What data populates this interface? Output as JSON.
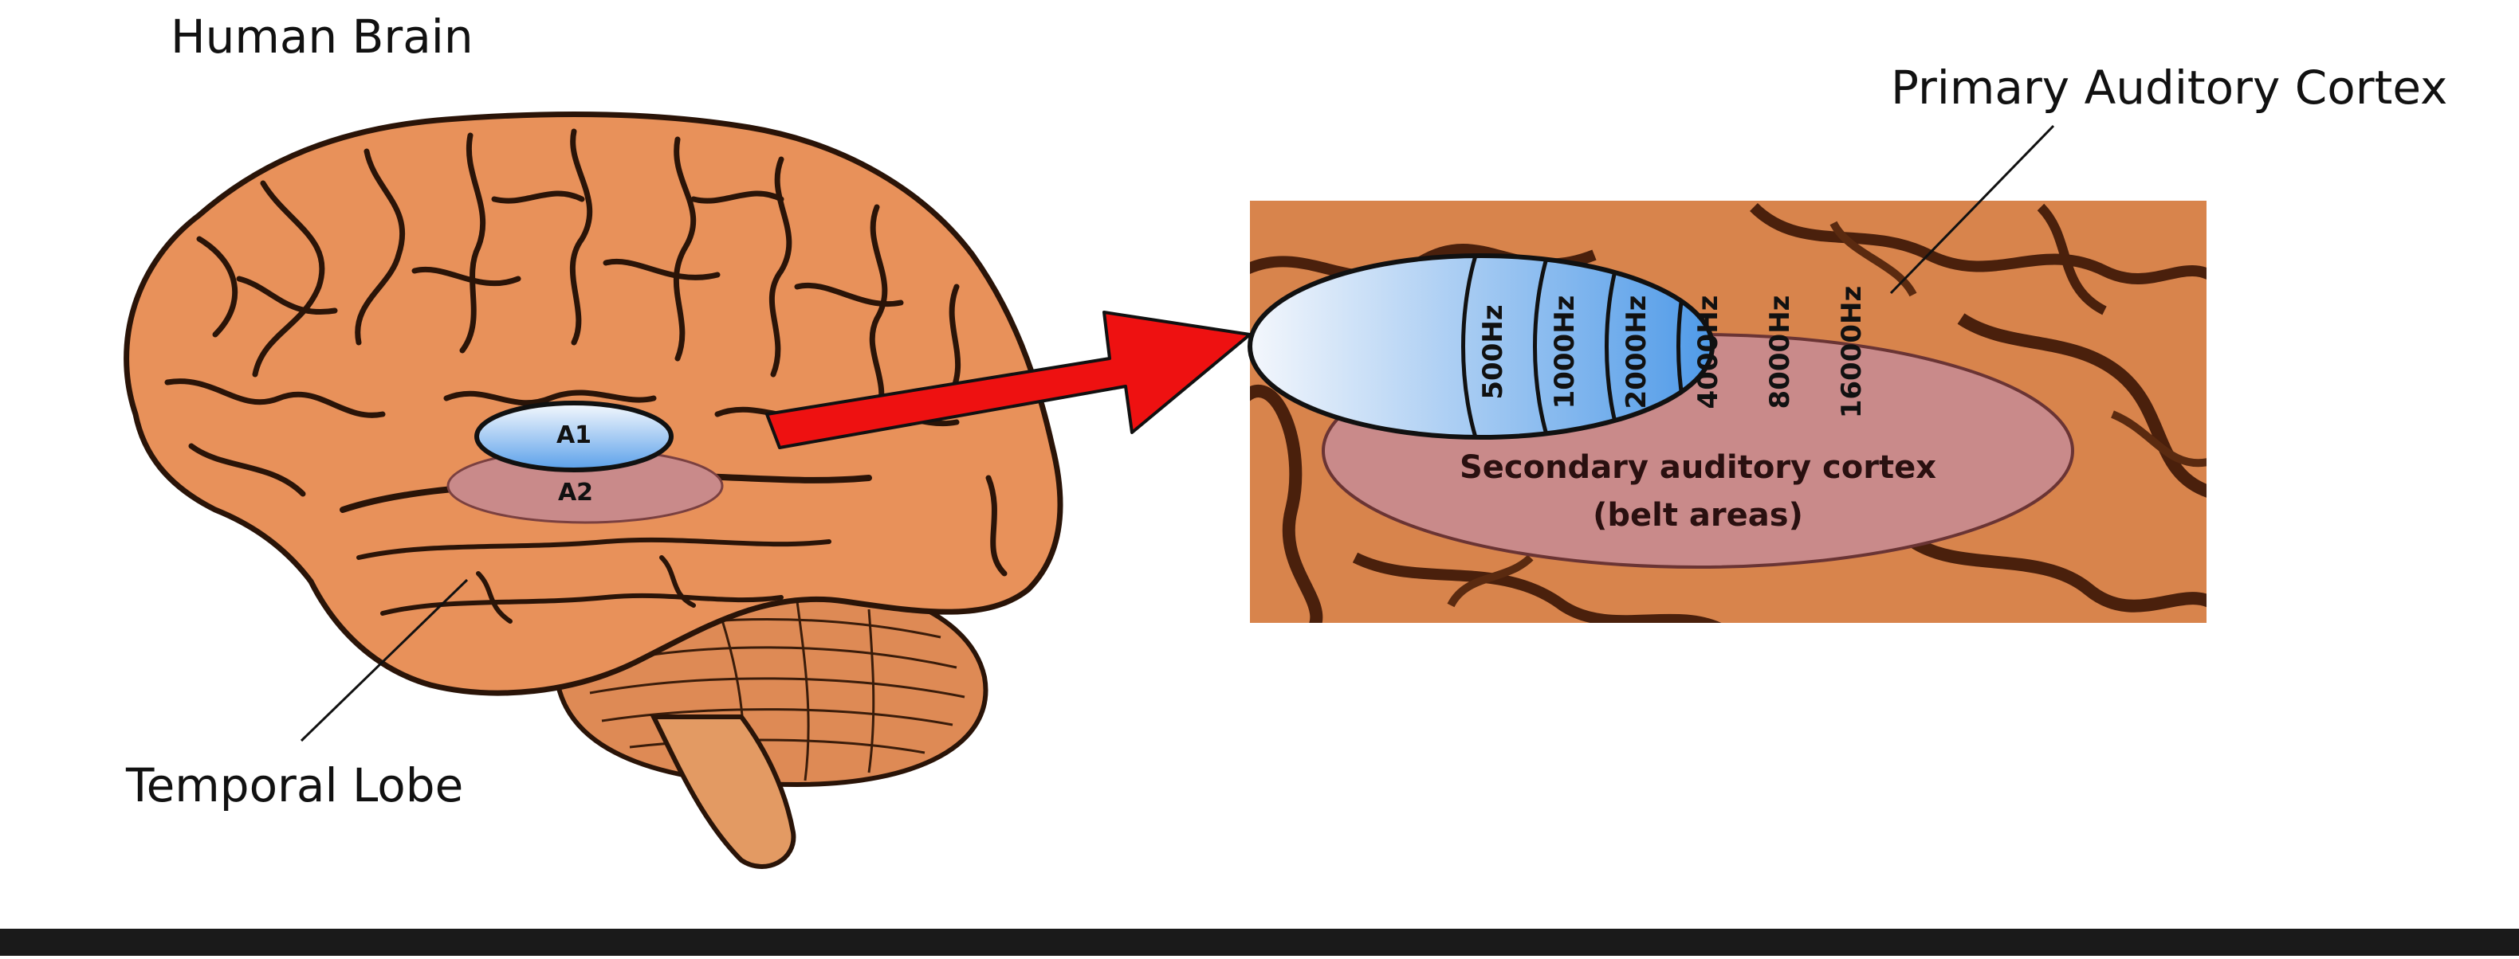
{
  "labels": {
    "human_brain": "Human Brain",
    "primary_auditory_cortex": "Primary Auditory Cortex",
    "temporal_lobe": "Temporal Lobe",
    "a1": "A1",
    "a2": "A2",
    "secondary_line1": "Secondary auditory cortex",
    "secondary_line2": "(belt areas)"
  },
  "frequency_bands": [
    "500Hz",
    "1000Hz",
    "2000Hz",
    "4000Hz",
    "8000Hz",
    "16000Hz"
  ],
  "colors": {
    "brain_fill": "#e8915a",
    "brain_stroke": "#2a1408",
    "a1_light": "#eef3fb",
    "a1_dark": "#4f9ae8",
    "a2_fill": "#c98a8a",
    "arrow": "#ee1111",
    "footer": "#1a1a1a"
  }
}
